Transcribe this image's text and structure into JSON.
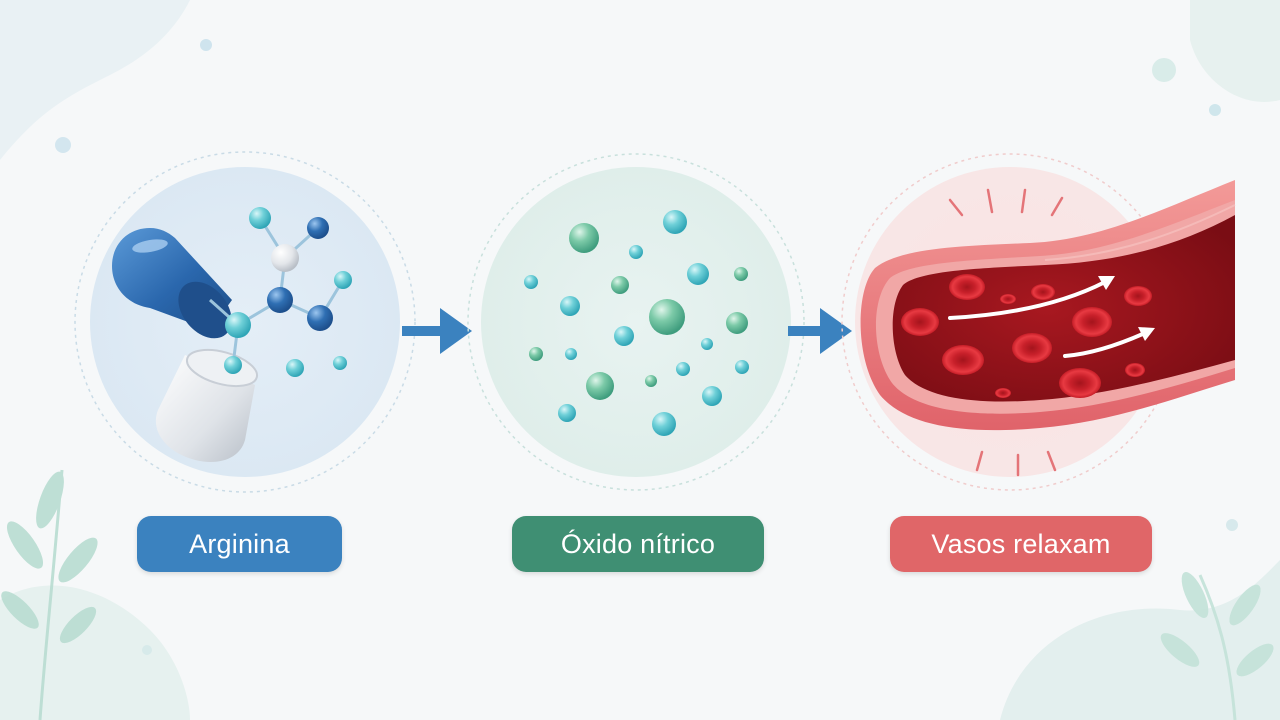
{
  "steps": [
    {
      "label": "Arginina",
      "color": "#3b82bf",
      "icon": "capsule-molecule-icon"
    },
    {
      "label": "Óxido nítrico",
      "color": "#3f8f73",
      "icon": "nitric-oxide-molecules-icon"
    },
    {
      "label": "Vasos relaxam",
      "color": "#e06668",
      "icon": "blood-vessel-icon"
    }
  ],
  "colors": {
    "background": "#f6f8f9",
    "arrow": "#3b82bf",
    "leaf": "#b9ddd2",
    "bubble": "#5fc7d1"
  }
}
